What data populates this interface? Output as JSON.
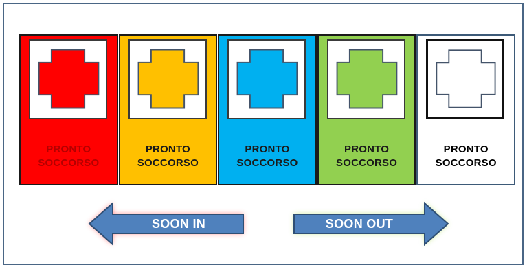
{
  "cards": [
    {
      "label_line1": "PRONTO",
      "label_line2": "SOCCORSO",
      "bg": "#ff0000",
      "cross": "#ff0000",
      "text": "#b30000"
    },
    {
      "label_line1": "PRONTO",
      "label_line2": "SOCCORSO",
      "bg": "#ffc000",
      "cross": "#ffc000",
      "text": "#1a1a1a"
    },
    {
      "label_line1": "PRONTO",
      "label_line2": "SOCCORSO",
      "bg": "#00b0f0",
      "cross": "#00b0f0",
      "text": "#1a1a1a"
    },
    {
      "label_line1": "PRONTO",
      "label_line2": "SOCCORSO",
      "bg": "#92d050",
      "cross": "#92d050",
      "text": "#1a1a1a"
    },
    {
      "label_line1": "PRONTO",
      "label_line2": "SOCCORSO",
      "bg": "#ffffff",
      "cross": "#ffffff",
      "text": "#000000"
    }
  ],
  "arrows": {
    "soon_in": {
      "label": "SOON IN",
      "color": "#4f81bd",
      "glow": "#ff7f7f",
      "direction": "left"
    },
    "soon_out": {
      "label": "SOON OUT",
      "color": "#4f81bd",
      "glow": "#c4e88a",
      "direction": "right"
    }
  }
}
